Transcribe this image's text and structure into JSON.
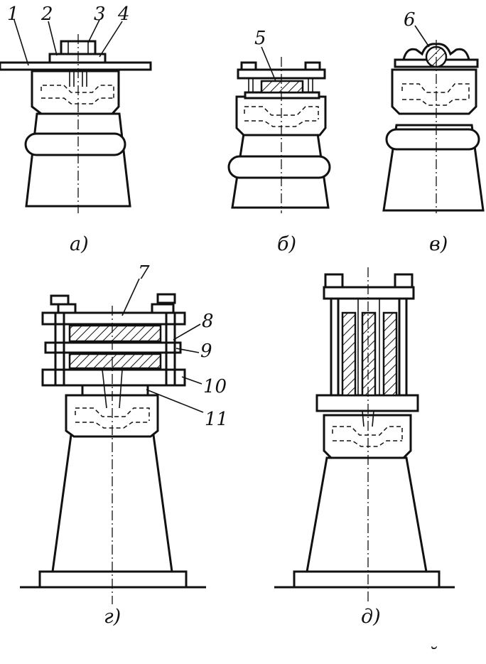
{
  "figure": {
    "callouts": [
      "1",
      "2",
      "3",
      "4",
      "5",
      "6",
      "7",
      "8",
      "9",
      "10",
      "11"
    ],
    "captions": {
      "a": "а)",
      "b": "б)",
      "v": "в)",
      "g": "г)",
      "d": "д)"
    },
    "stray_mark": "˘"
  }
}
